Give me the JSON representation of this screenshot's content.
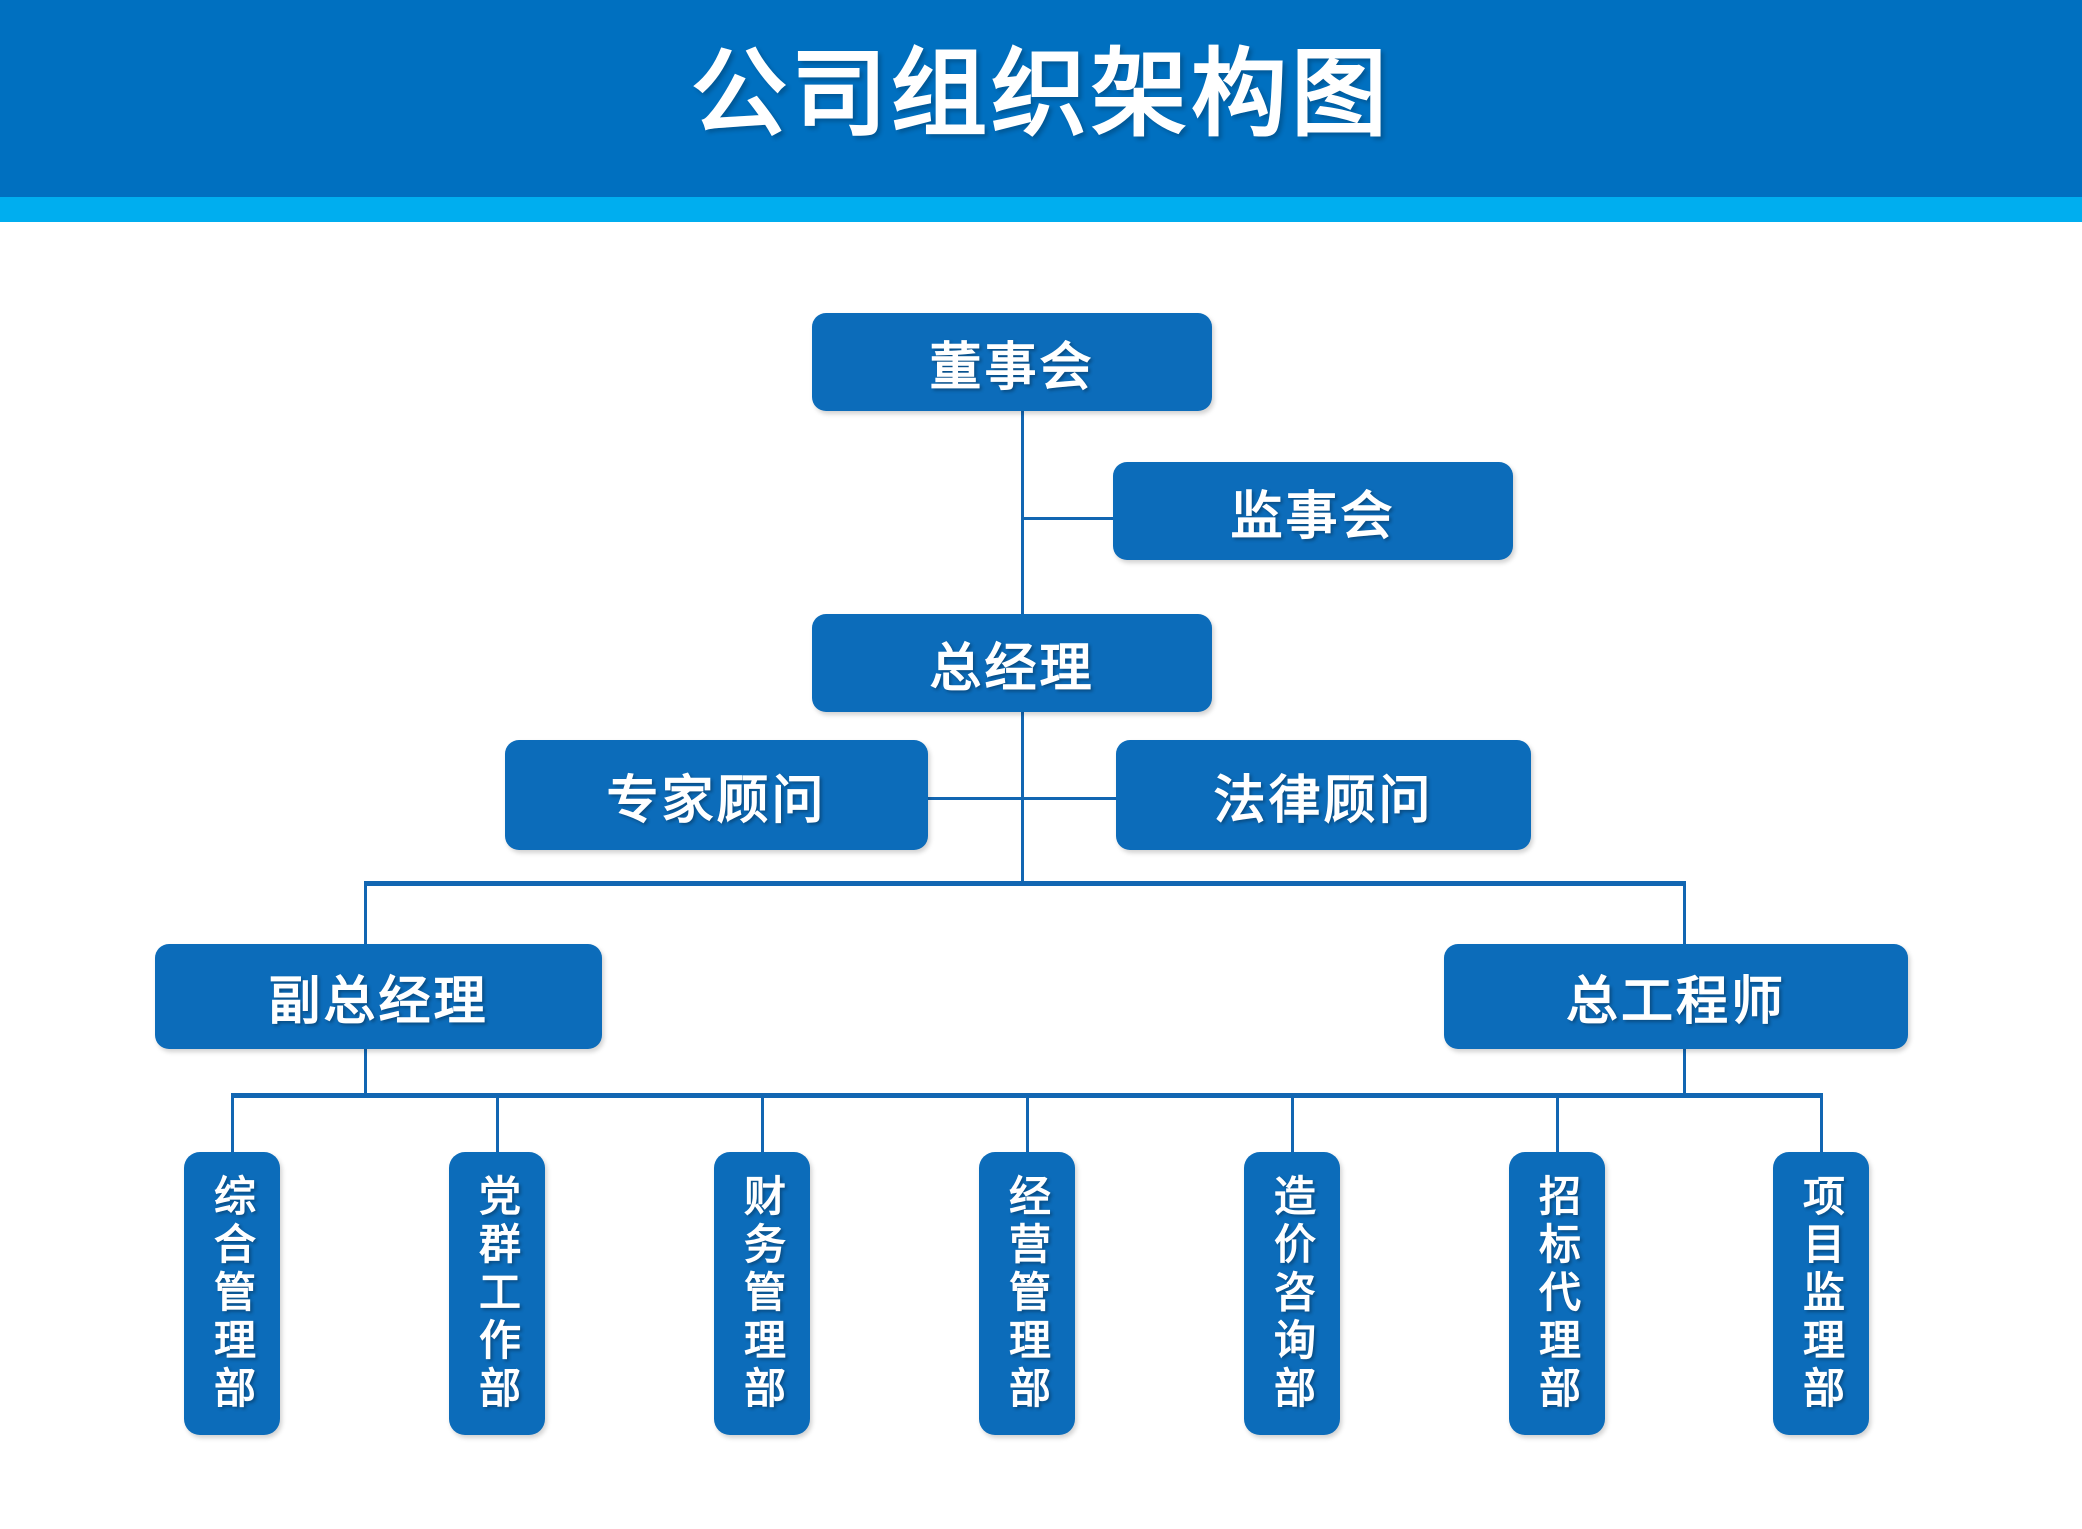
{
  "header": {
    "title": "公司组织架构图",
    "band_color": "#0070C0",
    "stripe_color": "#00AEEF",
    "title_color": "#FFFFFF"
  },
  "theme": {
    "node_fill": "#0C6CBA",
    "node_text": "#FFFFFF",
    "connector_color": "#1266B2",
    "background": "#FFFFFF"
  },
  "chart_data": {
    "type": "diagram",
    "diagram_kind": "org-chart",
    "title": "公司组织架构图",
    "levels": [
      {
        "level": 1,
        "nodes": [
          "董事会"
        ]
      },
      {
        "level": 2,
        "nodes": [
          "监事会"
        ]
      },
      {
        "level": 3,
        "nodes": [
          "总经理"
        ]
      },
      {
        "level": 4,
        "nodes": [
          "专家顾问",
          "法律顾问"
        ]
      },
      {
        "level": 5,
        "nodes": [
          "副总经理",
          "总工程师"
        ]
      },
      {
        "level": 6,
        "nodes": [
          "综合管理部",
          "党群工作部",
          "财务管理部",
          "经营管理部",
          "造价咨询部",
          "招标代理部",
          "项目监理部"
        ]
      }
    ],
    "edges": [
      {
        "from": "董事会",
        "to": "监事会"
      },
      {
        "from": "董事会",
        "to": "总经理"
      },
      {
        "from": "总经理",
        "to": "专家顾问"
      },
      {
        "from": "总经理",
        "to": "法律顾问"
      },
      {
        "from": "总经理",
        "to": "副总经理"
      },
      {
        "from": "总经理",
        "to": "总工程师"
      },
      {
        "from": "副总经理",
        "to": "综合管理部"
      },
      {
        "from": "副总经理",
        "to": "党群工作部"
      },
      {
        "from": "副总经理",
        "to": "财务管理部"
      },
      {
        "from": "副总经理",
        "to": "经营管理部"
      },
      {
        "from": "总工程师",
        "to": "造价咨询部"
      },
      {
        "from": "总工程师",
        "to": "招标代理部"
      },
      {
        "from": "总工程师",
        "to": "项目监理部"
      }
    ]
  },
  "nodes": {
    "board": "董事会",
    "supervisors": "监事会",
    "general_manager": "总经理",
    "expert_advisor": "专家顾问",
    "legal_advisor": "法律顾问",
    "deputy_general_manager": "副总经理",
    "chief_engineer": "总工程师"
  },
  "departments": [
    {
      "label": "综合管理部"
    },
    {
      "label": "党群工作部"
    },
    {
      "label": "财务管理部"
    },
    {
      "label": "经营管理部"
    },
    {
      "label": "造价咨询部"
    },
    {
      "label": "招标代理部"
    },
    {
      "label": "项目监理部"
    }
  ]
}
